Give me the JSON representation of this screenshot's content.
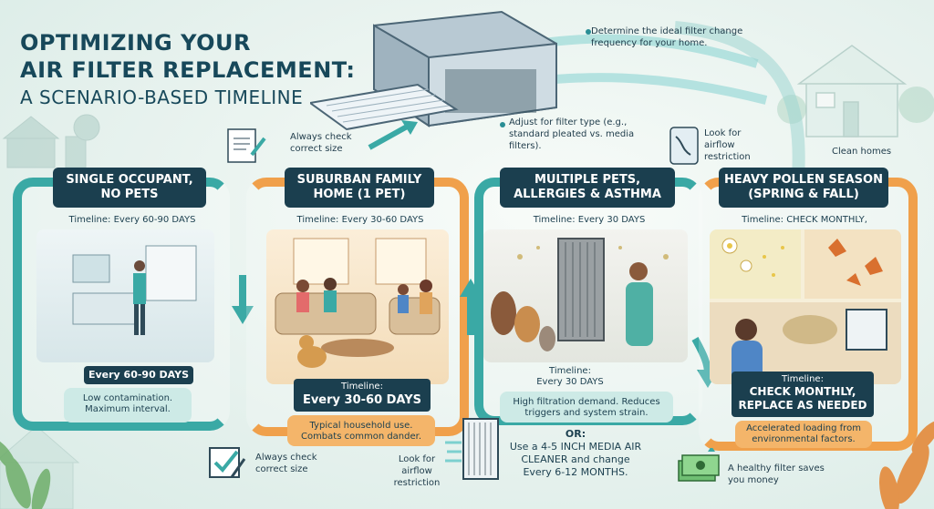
{
  "title": {
    "line1": "OPTIMIZING YOUR",
    "line2": "AIR FILTER REPLACEMENT:",
    "line3": "A SCENARIO-BASED TIMELINE"
  },
  "callouts": {
    "determine": "Determine the ideal filter change frequency for your home.",
    "always_check_top": "Always check correct size",
    "adjust": "Adjust for filter type (e.g., standard pleated vs. media filters).",
    "look_for_top": "Look for airflow restriction",
    "clean_homes": "Clean homes",
    "always_check_bottom": "Always check correct size",
    "look_for_bottom": "Look for airflow restriction",
    "healthy_filter": "A healthy filter saves you money"
  },
  "scenarios": [
    {
      "header": "SINGLE OCCUPANT, NO PETS",
      "timeline": "Timeline: Every 60-90 DAYS",
      "badge": "Every 60-90 DAYS",
      "description": "Low contamination. Maximum interval.",
      "color": "#3aa9a5"
    },
    {
      "header": "SUBURBAN FAMILY HOME (1 PET)",
      "timeline": "Timeline: Every 30-60 DAYS",
      "badge_label": "Timeline:",
      "badge": "Every 30-60 DAYS",
      "description": "Typical household use. Combats common dander.",
      "color": "#f0a04b"
    },
    {
      "header": "MULTIPLE PETS, ALLERGIES & ASTHMA",
      "timeline": "Timeline: Every 30 DAYS",
      "badge_label": "Timeline:",
      "badge": "Every 30 DAYS",
      "description": "High filtration demand. Reduces triggers and system strain.",
      "color": "#3aa9a5"
    },
    {
      "header": "HEAVY POLLEN SEASON (SPRING & FALL)",
      "timeline": "Timeline: CHECK MONTHLY,",
      "badge_label": "Timeline:",
      "badge": "CHECK MONTHLY, REPLACE AS NEEDED",
      "description": "Accelerated loading from environmental factors.",
      "color": "#f0a04b"
    }
  ],
  "media_note": {
    "or": "OR:",
    "text": "Use a 4-5 INCH MEDIA AIR CLEANER and change Every 6-12 MONTHS."
  },
  "colors": {
    "navy": "#1b3f4f",
    "teal": "#3aa9a5",
    "orange": "#f0a04b",
    "bg": "#e9f3ef"
  }
}
